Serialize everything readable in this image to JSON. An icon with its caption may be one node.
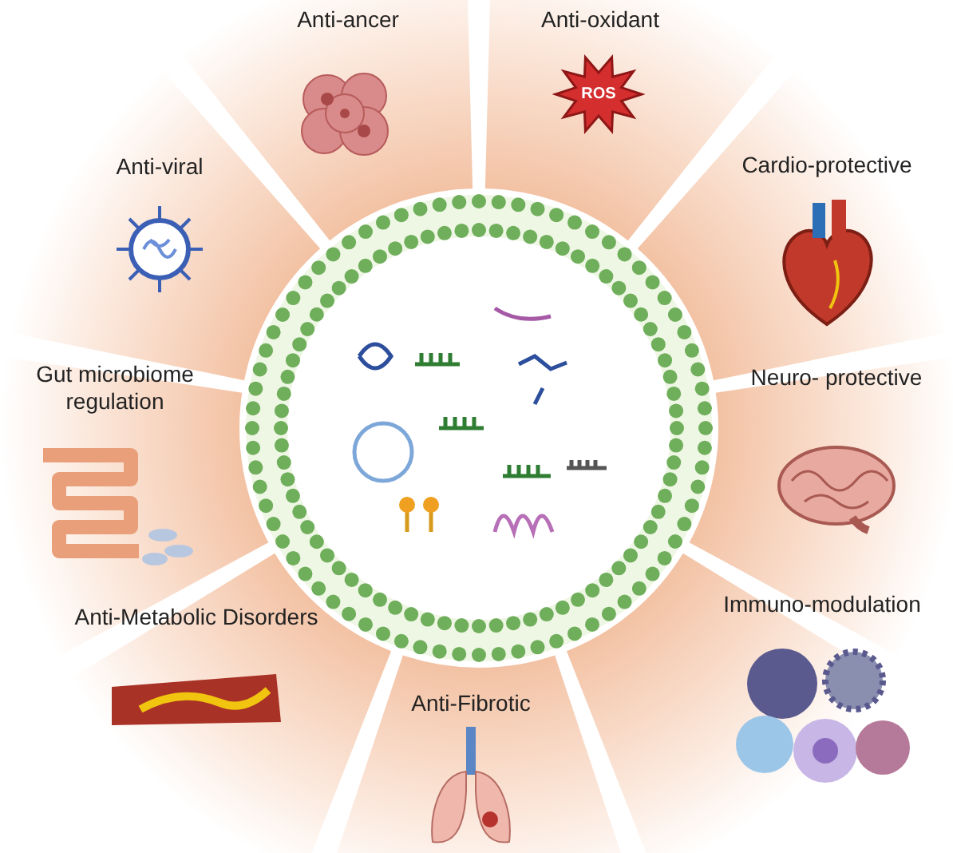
{
  "diagram": {
    "nodes": [
      {
        "text": [],
        "shape": "circle"
      },
      {
        "text": [
          "Anti-ancer"
        ]
      },
      {
        "text": [
          "Anti-oxidant"
        ]
      },
      {
        "text": [
          "ROS"
        ],
        "in": 2
      },
      {
        "text": [
          "Anti-viral"
        ]
      },
      {
        "text": [
          "Cardio-protective"
        ]
      },
      {
        "text": [
          "Gut microbiome regulation"
        ]
      },
      {
        "text": [
          "Neuro- protective"
        ]
      },
      {
        "text": [
          "Anti-Metabolic Disorders"
        ]
      },
      {
        "text": [
          "Immuno-modulation"
        ]
      },
      {
        "text": [
          "Anti-Fibrotic"
        ]
      }
    ],
    "edges": []
  }
}
